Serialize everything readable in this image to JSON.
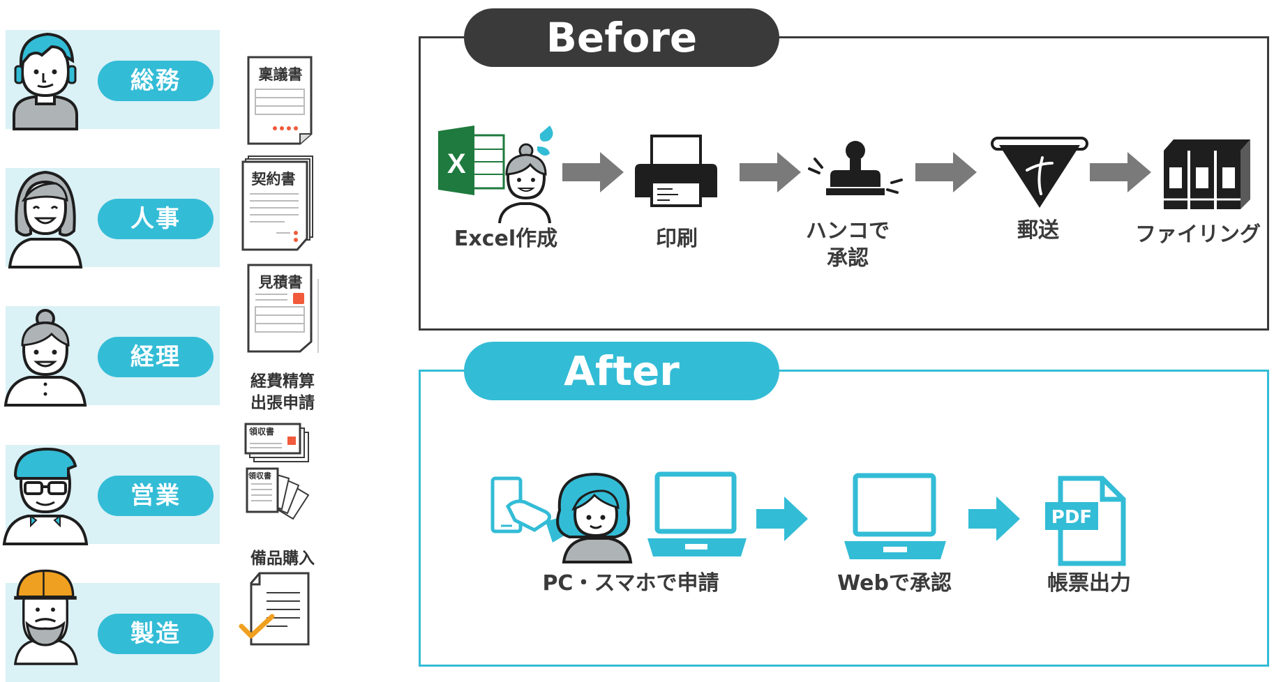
{
  "departments": [
    {
      "label": "総務",
      "icon": "man-headset-icon"
    },
    {
      "label": "人事",
      "icon": "woman-long-hair-icon"
    },
    {
      "label": "経理",
      "icon": "woman-bun-icon"
    },
    {
      "label": "営業",
      "icon": "man-glasses-icon"
    },
    {
      "label": "製造",
      "icon": "worker-helmet-icon"
    }
  ],
  "documents": {
    "ringi": "稟議書",
    "contract": "契約書",
    "estimate": "見積書",
    "expense_line1": "経費精算",
    "expense_line2": "出張申請",
    "receipt_top": "領収書",
    "receipt_bottom": "領収書",
    "purchase": "備品購入"
  },
  "before": {
    "title": "Before",
    "steps": [
      {
        "label": "Excel作成",
        "icon": "excel-person-icon"
      },
      {
        "label": "印刷",
        "icon": "printer-icon"
      },
      {
        "label_line1": "ハンコで",
        "label_line2": "承認",
        "icon": "stamp-icon"
      },
      {
        "label": "郵送",
        "icon": "envelope-icon"
      },
      {
        "label": "ファイリング",
        "icon": "binders-icon"
      }
    ]
  },
  "after": {
    "title": "After",
    "steps": [
      {
        "label": "PC・スマホで申請",
        "icon": "smartphone-person-laptop-icon"
      },
      {
        "label": "Webで承認",
        "icon": "laptop-icon"
      },
      {
        "label": "帳票出力",
        "icon": "pdf-file-icon",
        "badge": "PDF"
      }
    ]
  },
  "colors": {
    "accent": "#33bcd6",
    "accent_light": "#daf1f6",
    "dark": "#3a3a3a",
    "arrow_gray": "#7a7a7a",
    "orange": "#f0a020",
    "red": "#f15a3a"
  }
}
